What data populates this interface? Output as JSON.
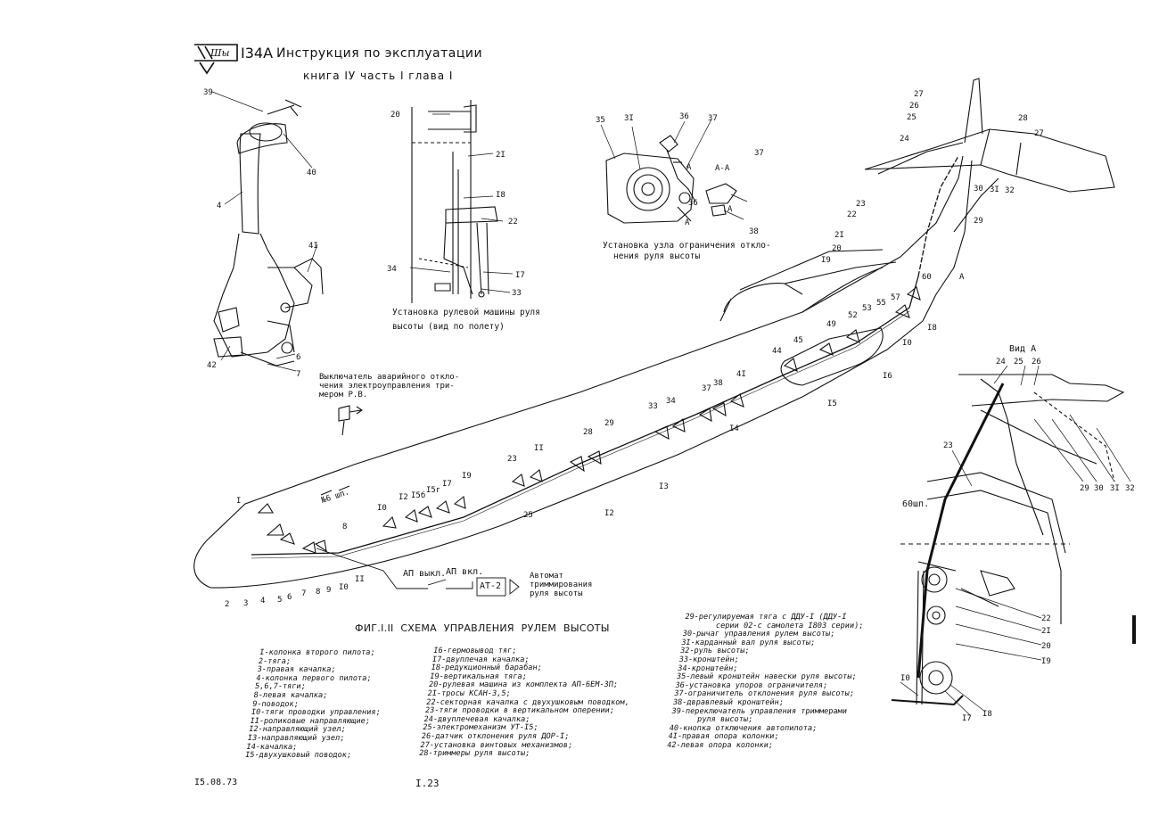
{
  "header": {
    "logo_text": "Шы",
    "doc_code": "I34A",
    "doc_title": "Инструкция по эксплуатации",
    "book_line": "книга IУ часть I глава I"
  },
  "figure": {
    "title": "ФИГ.I.II СХЕМА УПРАВЛЕНИЯ РУЛЕМ ВЫСОТЫ",
    "steering_caption": [
      "Установка рулевой машины руля",
      "высоты (вид по полету)"
    ],
    "limiter_caption": [
      "Установка узла ограничения откло-",
      "нения руля высоты"
    ],
    "switch_caption": [
      "Выключатель аварийного откло-",
      "чения электроуправления три-",
      "мером Р.В."
    ],
    "autopilot_caption": [
      "Автомат",
      "триммирования",
      "руля высоты"
    ],
    "ap_off": "АП выкл.",
    "ap_on": "АП вкл.",
    "at2": "АТ-2",
    "frame_label": "№6 шп.",
    "frame_60": "60шп.",
    "view_a": "Вид А",
    "section_aa": "А-А"
  },
  "legend": {
    "col1": [
      "I-колонка второго пилота;",
      "2-тяга;",
      "3-правая качалка;",
      "4-колонка первого пилота;",
      "5,6,7-тяги;",
      "8-левая качалка;",
      "9-поводок;",
      "I0-тяги проводки управления;",
      "II-роликовые направляющие;",
      "I2-направляющий узел;",
      "I3-направляющий узел;",
      "I4-качалка;",
      "I5-двухушковый поводок;"
    ],
    "col2": [
      "I6-гермовывод тяг;",
      "I7-двуплечая качалка;",
      "I8-редукционный барабан;",
      "I9-вертикальная тяга;",
      "20-рулевая машина из комплекта АП-6ЕМ-3П;",
      "2I-тросы КСАН-3,5;",
      "22-секторная качалка с двухушковым поводком,",
      "23-тяги проводки в вертикальном оперении;",
      "24-двуплечевая качалка;",
      "25-электромеханизм УТ-I5;",
      "26-датчик отклонения руля ДОР-I;",
      "27-установка винтовых механизмов;",
      "28-триммеры руля высоты;"
    ],
    "col3": [
      "29-регулируемая тяга с ДДУ-I (ДДУ-I",
      "серии 02-с самолета I803 серии);",
      "30-рычаг управления рулем высоты;",
      "3I-карданный вал руля высоты;",
      "32-руль высоты;",
      "33-кронштейн;",
      "34-кронштейн;",
      "35-левый кронштейн навески руля высоты;",
      "36-установка упоров ограничителя;",
      "37-ограничитель отклонения руля высоты;",
      "38-двравлевый кронштейн;",
      "39-переключатель управления триммерами",
      "руля высоты;",
      "40-кнопка отключения автопилота;",
      "4I-правая опора колонки;",
      "42-левая опора колонки;"
    ]
  },
  "footer": {
    "date": "I5.08.73",
    "page": "I.23"
  },
  "callouts": {
    "column_assy": [
      "39",
      "40",
      "4",
      "4I",
      "42",
      "6",
      "7"
    ],
    "steering_machine": [
      "20",
      "2I",
      "I8",
      "22",
      "34",
      "I7",
      "33"
    ],
    "limiter": [
      "35",
      "3I",
      "36",
      "37",
      "А",
      "36",
      "А",
      "37",
      "38",
      "А"
    ],
    "fuselage": [
      "I",
      "2",
      "3",
      "4",
      "5",
      "6",
      "7",
      "8",
      "9",
      "I0",
      "II",
      "I0",
      "I2",
      "I5б",
      "I5г",
      "I7",
      "I9",
      "23",
      "25",
      "II",
      "28",
      "29",
      "I2",
      "33",
      "34",
      "I3",
      "37",
      "38",
      "4I",
      "I4",
      "44",
      "45",
      "I5",
      "49",
      "52",
      "53",
      "55",
      "57",
      "I6",
      "I0",
      "I8",
      "60",
      "8"
    ],
    "tail": [
      "27",
      "26",
      "25",
      "24",
      "28",
      "27",
      "23",
      "22",
      "2I",
      "20",
      "I9",
      "30",
      "3I",
      "32",
      "29",
      "А"
    ],
    "view_a": [
      "24",
      "25",
      "26",
      "23",
      "29",
      "30",
      "3I",
      "32",
      "22",
      "2I",
      "20",
      "I9",
      "I0",
      "I7",
      "I8"
    ]
  }
}
